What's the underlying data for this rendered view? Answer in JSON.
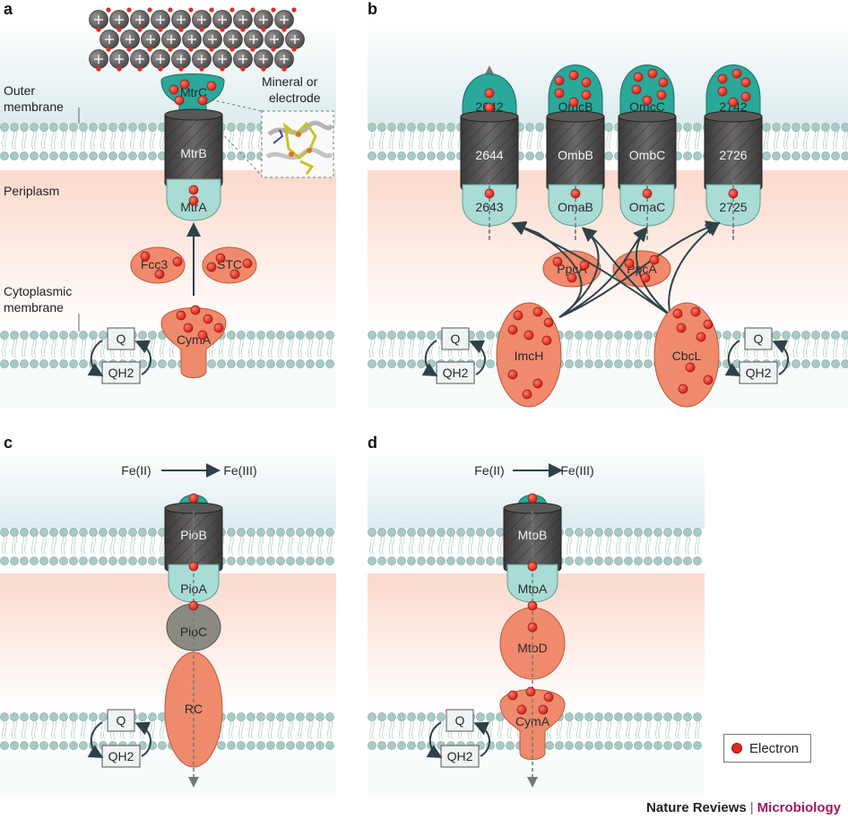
{
  "panels": {
    "a": {
      "label": "a",
      "outer_membrane_label": "Outer membrane",
      "periplasm_label": "Periplasm",
      "cytoplasmic_membrane_label": "Cytoplasmic membrane",
      "mineral_label": "Mineral or electrode",
      "proteins": [
        "MtrC",
        "MtrB",
        "MtrA",
        "Fcc3",
        "STC",
        "CymA"
      ],
      "quinone": "Q",
      "quinol": "QH2"
    },
    "b": {
      "label": "b",
      "proteins_top": [
        "2642",
        "OmcB",
        "OmcC",
        "2742"
      ],
      "proteins_barrel": [
        "2644",
        "OmbB",
        "OmbC",
        "2726"
      ],
      "proteins_bottom": [
        "2643",
        "OmaB",
        "OmaC",
        "2725"
      ],
      "ppca": [
        "PpcA",
        "PpcA"
      ],
      "inner": [
        "ImcH",
        "CbcL"
      ],
      "quinone": "Q",
      "quinol": "QH2"
    },
    "c": {
      "label": "c",
      "fe2": "Fe(II)",
      "fe3": "Fe(III)",
      "proteins": [
        "PioB",
        "PioA",
        "PioC",
        "RC"
      ],
      "quinone": "Q",
      "quinol": "QH2"
    },
    "d": {
      "label": "d",
      "fe2": "Fe(II)",
      "fe3": "Fe(III)",
      "proteins": [
        "MtoB",
        "MtoA",
        "MtoD",
        "CymA"
      ],
      "quinone": "Q",
      "quinol": "QH2"
    }
  },
  "legend": {
    "label": "Electron"
  },
  "footer": {
    "journal": "Nature Reviews",
    "separator": "|",
    "subject": "Microbiology"
  },
  "colors": {
    "teal": "#2aa89a",
    "teal_light": "#a9dcd4",
    "salmon": "#f08a6c",
    "barrel": "#4a4848",
    "electron": "#e02b20",
    "membrane_head": "#a9c9c4"
  }
}
